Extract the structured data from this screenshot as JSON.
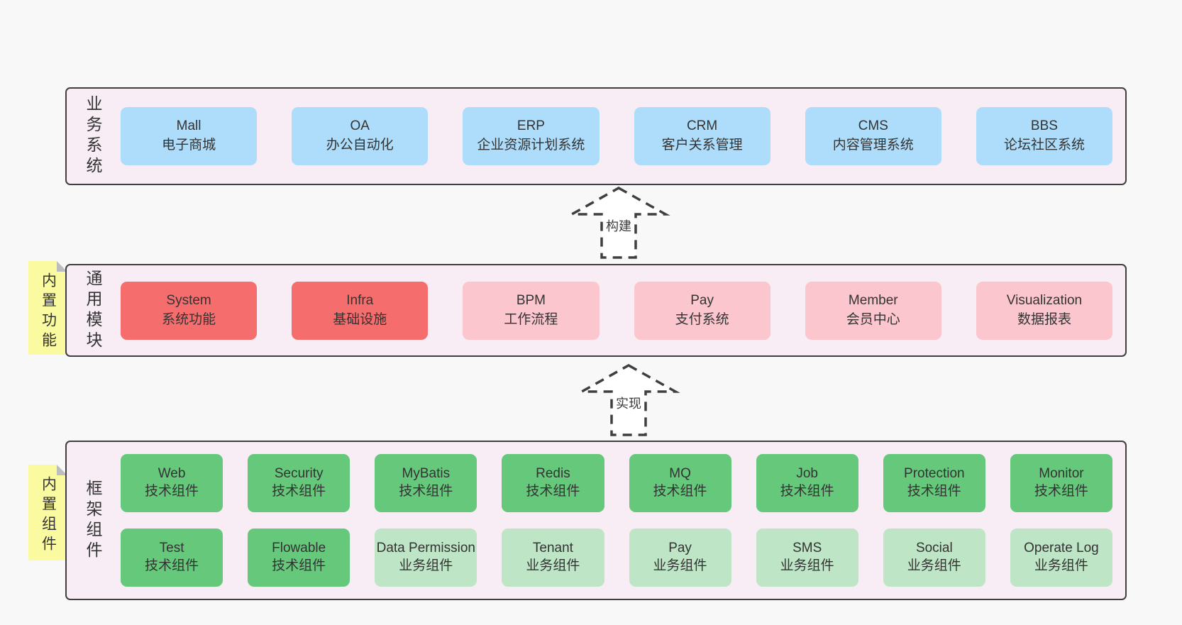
{
  "colors": {
    "page_bg": "#f8f8f8",
    "panel_bg": "#f8edf5",
    "panel_border": "#3f3f3f",
    "box_blue": "#aeddfb",
    "box_red": "#f56d6d",
    "box_pink": "#fbc6ce",
    "box_green": "#66c87b",
    "box_green_light": "#bee6c6",
    "tag_yellow": "#fafaa1",
    "tag_fold": "#bdbdbf",
    "text": "#333333",
    "arrow_stroke": "#3f3f3f"
  },
  "arrows": {
    "build": "构建",
    "implement": "实现"
  },
  "layers": {
    "business": {
      "side_label": "业务系统",
      "boxes": [
        {
          "title": "Mall",
          "subtitle": "电子商城",
          "variant": "blue"
        },
        {
          "title": "OA",
          "subtitle": "办公自动化",
          "variant": "blue"
        },
        {
          "title": "ERP",
          "subtitle": "企业资源计划系统",
          "variant": "blue"
        },
        {
          "title": "CRM",
          "subtitle": "客户关系管理",
          "variant": "blue"
        },
        {
          "title": "CMS",
          "subtitle": "内容管理系统",
          "variant": "blue"
        },
        {
          "title": "BBS",
          "subtitle": "论坛社区系统",
          "variant": "blue"
        }
      ]
    },
    "modules": {
      "tag": "内置功能",
      "side_label": "通用模块",
      "boxes": [
        {
          "title": "System",
          "subtitle": "系统功能",
          "variant": "red"
        },
        {
          "title": "Infra",
          "subtitle": "基础设施",
          "variant": "red"
        },
        {
          "title": "BPM",
          "subtitle": "工作流程",
          "variant": "pink"
        },
        {
          "title": "Pay",
          "subtitle": "支付系统",
          "variant": "pink"
        },
        {
          "title": "Member",
          "subtitle": "会员中心",
          "variant": "pink"
        },
        {
          "title": "Visualization",
          "subtitle": "数据报表",
          "variant": "pink"
        }
      ]
    },
    "components": {
      "tag": "内置组件",
      "side_label": "框架组件",
      "rows": [
        [
          {
            "title": "Web",
            "subtitle": "技术组件",
            "variant": "green"
          },
          {
            "title": "Security",
            "subtitle": "技术组件",
            "variant": "green"
          },
          {
            "title": "MyBatis",
            "subtitle": "技术组件",
            "variant": "green"
          },
          {
            "title": "Redis",
            "subtitle": "技术组件",
            "variant": "green"
          },
          {
            "title": "MQ",
            "subtitle": "技术组件",
            "variant": "green"
          },
          {
            "title": "Job",
            "subtitle": "技术组件",
            "variant": "green"
          },
          {
            "title": "Protection",
            "subtitle": "技术组件",
            "variant": "green"
          },
          {
            "title": "Monitor",
            "subtitle": "技术组件",
            "variant": "green"
          }
        ],
        [
          {
            "title": "Test",
            "subtitle": "技术组件",
            "variant": "green"
          },
          {
            "title": "Flowable",
            "subtitle": "技术组件",
            "variant": "green"
          },
          {
            "title": "Data Permission",
            "subtitle": "业务组件",
            "variant": "green-light"
          },
          {
            "title": "Tenant",
            "subtitle": "业务组件",
            "variant": "green-light"
          },
          {
            "title": "Pay",
            "subtitle": "业务组件",
            "variant": "green-light"
          },
          {
            "title": "SMS",
            "subtitle": "业务组件",
            "variant": "green-light"
          },
          {
            "title": "Social",
            "subtitle": "业务组件",
            "variant": "green-light"
          },
          {
            "title": "Operate Log",
            "subtitle": "业务组件",
            "variant": "green-light"
          }
        ]
      ]
    }
  }
}
